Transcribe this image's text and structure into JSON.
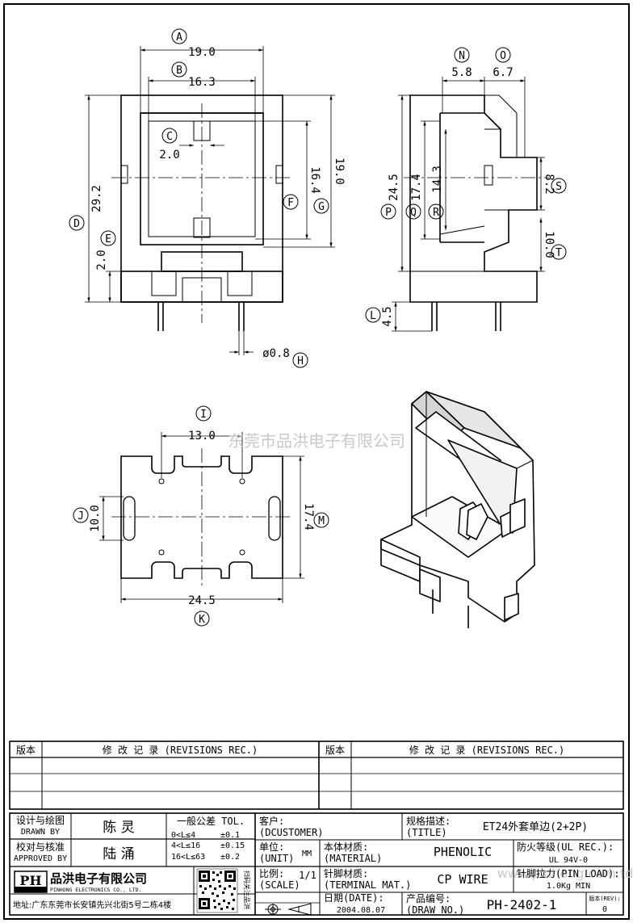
{
  "dimensions": {
    "A": {
      "letter": "A",
      "value": "19.0"
    },
    "B": {
      "letter": "B",
      "value": "16.3"
    },
    "C": {
      "letter": "C",
      "value": "2.0"
    },
    "D": {
      "letter": "D",
      "value": "29.2"
    },
    "E": {
      "letter": "E",
      "value": "2.0"
    },
    "F": {
      "letter": "F",
      "value": "16.4"
    },
    "G": {
      "letter": "G",
      "value": "19.0"
    },
    "H": {
      "letter": "H",
      "value": "ø0.8"
    },
    "I": {
      "letter": "I",
      "value": "13.0"
    },
    "J": {
      "letter": "J",
      "value": "10.0"
    },
    "K": {
      "letter": "K",
      "value": "24.5"
    },
    "L": {
      "letter": "L",
      "value": "4.5"
    },
    "M": {
      "letter": "M",
      "value": "17.4"
    },
    "N": {
      "letter": "N",
      "value": "5.8"
    },
    "O": {
      "letter": "O",
      "value": "6.7"
    },
    "P": {
      "letter": "P",
      "value": "24.5"
    },
    "Q": {
      "letter": "Q",
      "value": "17.4"
    },
    "R": {
      "letter": "R",
      "value": "14.3"
    },
    "S": {
      "letter": "S",
      "value": "8.2"
    },
    "T": {
      "letter": "T",
      "value": "10.0"
    }
  },
  "watermark": {
    "company": "东莞市品洪电子有限公司",
    "website": "www.pinhong.com.td"
  },
  "revisions": {
    "col_version": "版本",
    "col_record": "修 改 记 录 (REVISIONS REC.)"
  },
  "title_block": {
    "designed_label_cn": "设计与绘图",
    "designed_label_en": "DRAWN BY",
    "designed_name": "陈 灵",
    "approved_label_cn": "校对与核准",
    "approved_label_en": "APPROVED BY",
    "approved_name": "陆 涌",
    "tol_title": "一般公差 TOL.",
    "tol_rows": [
      {
        "range": "0<L≤4",
        "tol": "±0.1"
      },
      {
        "range": "4<L≤16",
        "tol": "±0.15"
      },
      {
        "range": "16<L≤63",
        "tol": "±0.2"
      }
    ],
    "customer_label_cn": "客户:",
    "customer_label_en": "(DCUSTOMER)",
    "title_label_cn": "规格描述:",
    "title_label_en": "(TITLE)",
    "title_value": "ET24外套单边(2+2P)",
    "unit_label_cn": "单位:",
    "unit_label_en": "(UNIT)",
    "unit_value": "MM",
    "material_label_cn": "本体材质:",
    "material_label_en": "(MATERIAL)",
    "material_value": "PHENOLIC",
    "ul_label": "防火等级(UL REC.):",
    "ul_value": "UL 94V-0",
    "company_cn": "品洪电子有限公司",
    "company_en": "PINHONG ELECTRONICS CO., LTD.",
    "logo_text": "PH",
    "address": "地址:广东东莞市长安镇先兴北街5号二栋4楼",
    "scale_label_cn": "比例:",
    "scale_label_en": "(SCALE)",
    "scale_value": "1/1",
    "terminal_label_cn": "针脚材质:",
    "terminal_label_en": "(TERMINAL MAT.)",
    "terminal_value": "CP WIRE",
    "pin_load_label": "针脚拉力(PIN LOAD):",
    "pin_load_value": "1.0Kg MIN",
    "date_label": "日期(DATE):",
    "date_value": "2004.08.07",
    "drawno_label_cn": "产品编号:",
    "drawno_label_en": "(DRAW NO.)",
    "drawno_value": "PH-2402-1",
    "rev_label": "版本(REV):",
    "rev_value": "0",
    "qr_caption": "扫码关注品洪"
  }
}
